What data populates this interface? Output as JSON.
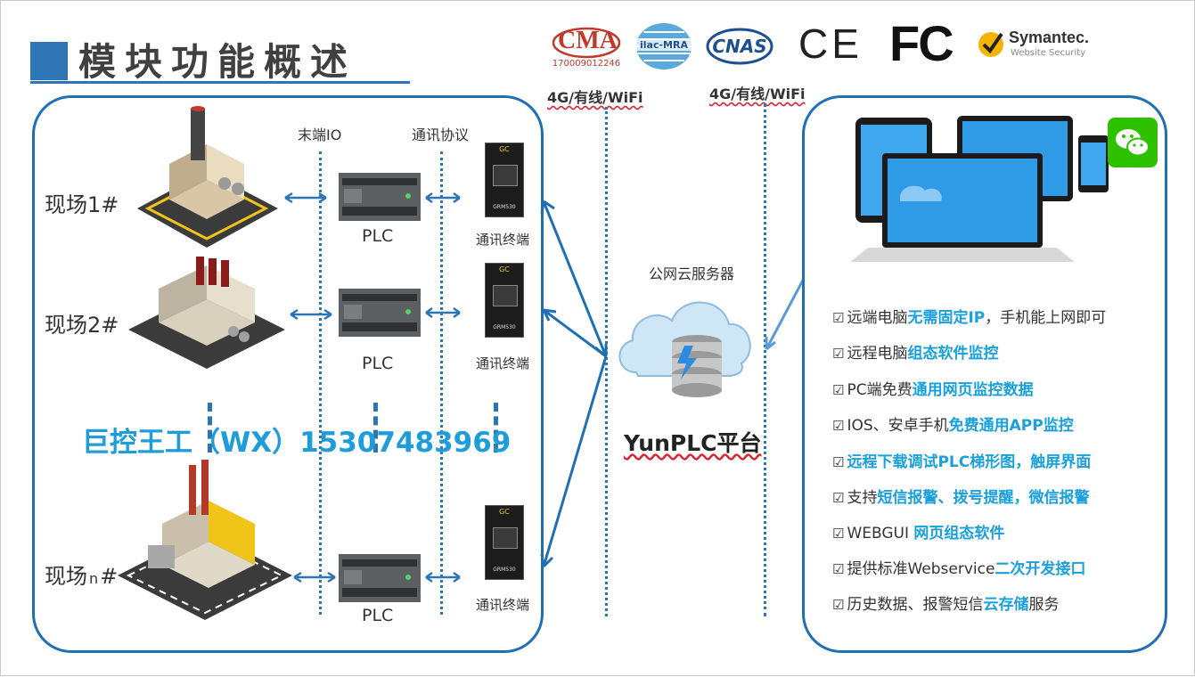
{
  "header": {
    "title": "模块功能概述"
  },
  "certifications": {
    "cma_text": "CMA",
    "cma_number": "170009012246",
    "ilac_text": "ilac-MRA",
    "cnas_text": "CNAS",
    "ce_text": "CE",
    "fc_text": "FC",
    "symantec_name": "Symantec.",
    "symantec_sub": "Website Security"
  },
  "network": {
    "link_left": "4G/有线/WiFi",
    "link_right": "4G/有线/WiFi",
    "cloud_label": "公网云服务器",
    "platform_label": "YunPLC平台"
  },
  "field": {
    "header_io": "末端IO",
    "header_protocol": "通讯协议",
    "sites": [
      {
        "label": "现场1#",
        "plc": "PLC",
        "terminal": "通讯终端"
      },
      {
        "label": "现场2#",
        "plc": "PLC",
        "terminal": "通讯终端"
      },
      {
        "label_main": "现场",
        "label_sub": "n",
        "label_suffix": "#",
        "plc": "PLC",
        "terminal": "通讯终端"
      }
    ],
    "terminal_model": "GRM530",
    "terminal_brand": "GC",
    "watermark": "巨控王工（WX）15307483969"
  },
  "features": [
    {
      "prefix": "远端电脑",
      "highlight": "无需固定IP",
      "suffix": "，手机能上网即可"
    },
    {
      "prefix": "远程电脑",
      "highlight": "组态软件监控",
      "suffix": ""
    },
    {
      "prefix": "PC端免费",
      "highlight": "通用网页监控数据",
      "suffix": ""
    },
    {
      "prefix": "IOS、安卓手机",
      "highlight": "免费通用APP监控",
      "suffix": ""
    },
    {
      "prefix": "",
      "highlight": "远程下载调试PLC梯形图，触屏界面",
      "suffix": ""
    },
    {
      "prefix": "支持",
      "highlight": "短信报警",
      "suffix": "、",
      "highlight2": "拨号提醒，微信报警"
    },
    {
      "prefix": "WEBGUI ",
      "highlight": "网页组态软件",
      "suffix": ""
    },
    {
      "prefix": "提供标准Webservice",
      "highlight": "二次开发接口",
      "suffix": ""
    },
    {
      "prefix": "历史数据、报警短信",
      "highlight": "云存储",
      "suffix": "服务"
    }
  ],
  "icons": {
    "checkbox": "☑",
    "wechat": "wechat-icon"
  },
  "colors": {
    "accent": "#2e75b6",
    "highlight": "#1aa0dc",
    "border": "#1f6fb5"
  }
}
